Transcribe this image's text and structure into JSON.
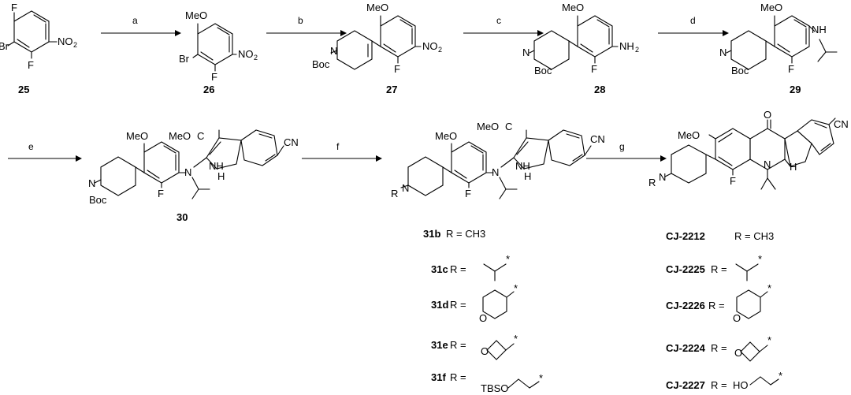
{
  "atoms": {
    "f": "F",
    "br": "Br",
    "no2": "NO",
    "two": "2",
    "meo": "MeO",
    "boc": "Boc",
    "n": "N",
    "nh": "NH",
    "h": "H",
    "nh2": "NH",
    "o": "O",
    "cn": "CN",
    "meo2c": "MeO",
    "o2c": "C",
    "r": "R",
    "star": "*"
  },
  "compounds": {
    "c25": "25",
    "c26": "26",
    "c27": "27",
    "c28": "28",
    "c29": "29",
    "c30": "30"
  },
  "steps": [
    "a",
    "b",
    "c",
    "d",
    "e",
    "f",
    "g"
  ],
  "series31": [
    {
      "id": "31b",
      "eq": "R = CH3"
    },
    {
      "id": "31c",
      "eq": "R ="
    },
    {
      "id": "31d",
      "eq": "R ="
    },
    {
      "id": "31e",
      "eq": "R ="
    },
    {
      "id": "31f",
      "eq": "R =",
      "group": "TBSO"
    }
  ],
  "seriesCJ": [
    {
      "id": "CJ-2212",
      "eq": "R = CH3"
    },
    {
      "id": "CJ-2225",
      "eq": "R ="
    },
    {
      "id": "CJ-2226",
      "eq": "R ="
    },
    {
      "id": "CJ-2224",
      "eq": "R ="
    },
    {
      "id": "CJ-2227",
      "eq": "R =",
      "group": "HO"
    }
  ]
}
